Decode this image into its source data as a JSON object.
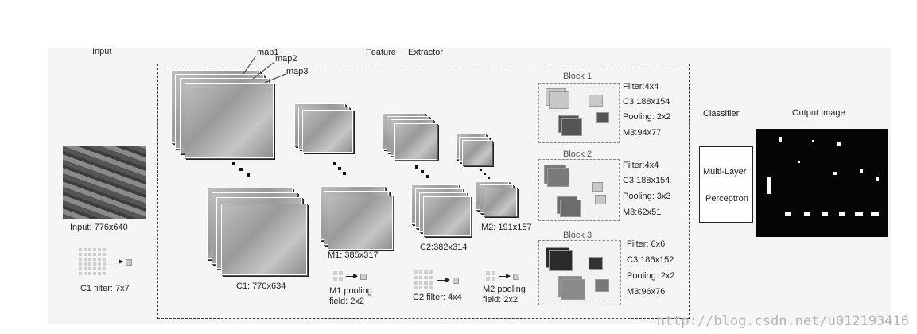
{
  "labels": {
    "input": "Input",
    "feature": "Feature",
    "extractor": "Extractor",
    "classifier": "Classifier",
    "output_image": "Output Image",
    "map1": "map1",
    "map2": "map2",
    "map3": "map3",
    "input_size": "Input: 776x640",
    "c1_filter": "C1 filter: 7x7",
    "c1": "C1:  770x634",
    "m1": "M1: 385x317",
    "m1_pool_1": "M1 pooling",
    "m1_pool_2": "field: 2x2",
    "c2": "C2:382x314",
    "c2_filter": "C2 filter: 4x4",
    "m2": "M2: 191x157",
    "m2_pool_1": "M2 pooling",
    "m2_pool_2": "field: 2x2",
    "mlp_1": "Multi-Layer",
    "mlp_2": "Perceptron"
  },
  "blocks": [
    {
      "title": "Block 1",
      "filter": "Filter:4x4",
      "c3": "C3:188x154",
      "pooling": "Pooling: 2x2",
      "m3": "M3:94x77"
    },
    {
      "title": "Block 2",
      "filter": "Filter:4x4",
      "c3": "C3:188x154",
      "pooling": "Pooling: 3x3",
      "m3": "M3:62x51"
    },
    {
      "title": "Block 3",
      "filter": "Filter: 6x6",
      "c3": "C3:186x152",
      "pooling": "Pooling: 2x2",
      "m3": "M3:96x76"
    }
  ],
  "watermark": "http://blog.csdn.net/u012193416"
}
